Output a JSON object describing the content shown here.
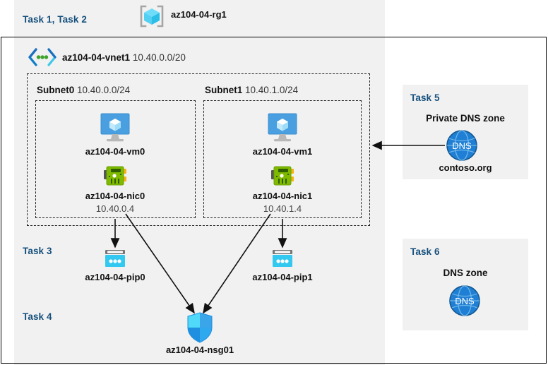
{
  "resource_group": {
    "task_label": "Task 1, Task 2",
    "name": "az104-04-rg1",
    "icon": "resource-group-icon"
  },
  "vnet": {
    "name": "az104-04-vnet1",
    "address_space": "10.40.0.0/20",
    "icon": "virtual-network-icon"
  },
  "subnets": [
    {
      "name": "Subnet0",
      "cidr": "10.40.0.0/24",
      "vm": {
        "name": "az104-04-vm0",
        "icon": "virtual-machine-icon"
      },
      "nic": {
        "name": "az104-04-nic0",
        "ip": "10.40.0.4",
        "icon": "network-interface-icon"
      }
    },
    {
      "name": "Subnet1",
      "cidr": "10.40.1.0/24",
      "vm": {
        "name": "az104-04-vm1",
        "icon": "virtual-machine-icon"
      },
      "nic": {
        "name": "az104-04-nic1",
        "ip": "10.40.1.4",
        "icon": "network-interface-icon"
      }
    }
  ],
  "task3": {
    "task_label": "Task 3",
    "public_ips": [
      {
        "name": "az104-04-pip0",
        "icon": "public-ip-icon"
      },
      {
        "name": "az104-04-pip1",
        "icon": "public-ip-icon"
      }
    ]
  },
  "task4": {
    "task_label": "Task 4",
    "nsg": {
      "name": "az104-04-nsg01",
      "icon": "network-security-group-icon"
    }
  },
  "task5": {
    "task_label": "Task 5",
    "title": "Private DNS zone",
    "zone_name": "contoso.org",
    "icon": "dns-zone-icon"
  },
  "task6": {
    "task_label": "Task 6",
    "title": "DNS zone",
    "icon": "dns-zone-icon"
  },
  "colors": {
    "task_label": "#15507d",
    "panel_background": "#f1f1f1",
    "page_background": "#ffffff",
    "azure_blue": "#0078d4",
    "cyan": "#32c8f0",
    "nic_green": "#7fba00",
    "dns_blue": "#1f7fd4"
  }
}
